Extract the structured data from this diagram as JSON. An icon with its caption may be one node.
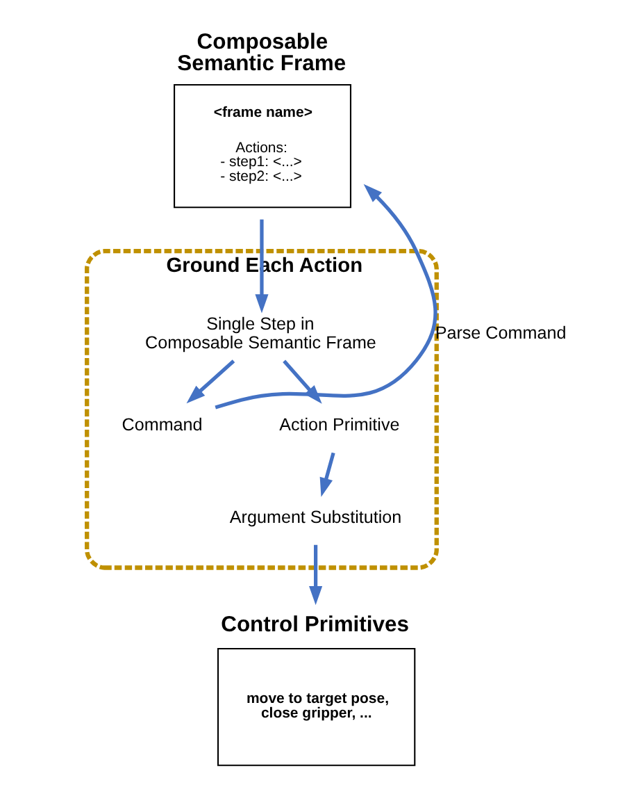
{
  "diagram": {
    "nodes": [
      {
        "text": [
          "Composable Semantic Frame",
          "<frame name>",
          "Actions: - step1: <...> - step2: <...>"
        ]
      },
      {
        "text": [
          "Ground Each Action"
        ]
      },
      {
        "text": [
          "Single Step in Composable Semantic Frame"
        ],
        "in": 1
      },
      {
        "text": [
          "Command"
        ],
        "in": 1
      },
      {
        "text": [
          "Action Primitive"
        ],
        "in": 1
      },
      {
        "text": [
          "Argument Substitution"
        ],
        "in": 1
      },
      {
        "text": [
          "Control Primitives",
          "move to target pose, close gripper, ..."
        ]
      }
    ],
    "edges": [
      {
        "from": 0,
        "to": 2,
        "arrow": "to"
      },
      {
        "from": 2,
        "to": 3,
        "arrow": "to"
      },
      {
        "from": 2,
        "to": 4,
        "arrow": "to"
      },
      {
        "from": 4,
        "to": 5,
        "arrow": "to"
      },
      {
        "from": 5,
        "to": 6,
        "arrow": "to"
      },
      {
        "from": 3,
        "to": 0,
        "arrow": "to",
        "label": "Parse Command"
      }
    ]
  }
}
